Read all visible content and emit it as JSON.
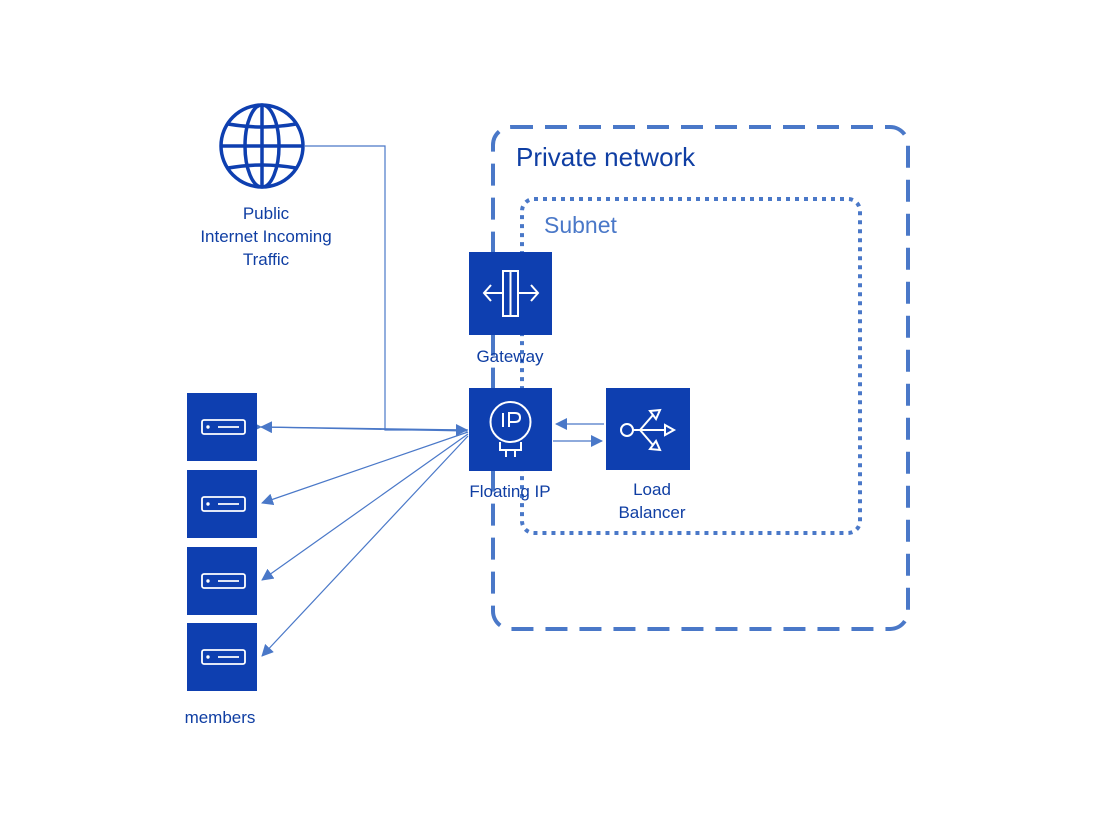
{
  "diagram": {
    "regions": {
      "private_network": "Private network",
      "subnet": "Subnet"
    },
    "nodes": {
      "internet": {
        "label_lines": [
          "Public",
          "Internet Incoming",
          "Traffic"
        ],
        "icon": "globe-icon"
      },
      "gateway": {
        "label": "Gateway",
        "icon": "gateway-icon"
      },
      "floating_ip": {
        "label": "Floating IP",
        "icon": "floating-ip-icon"
      },
      "load_balancer": {
        "label_lines": [
          "Load",
          "Balancer"
        ],
        "icon": "load-balancer-icon"
      },
      "members": {
        "label": "members",
        "icon": "server-icon",
        "count": 4
      }
    },
    "colors": {
      "node_fill": "#0e3fb0",
      "edge": "#4a78c8",
      "text": "#0f3ea3",
      "region_border": "#4a78c8"
    }
  }
}
